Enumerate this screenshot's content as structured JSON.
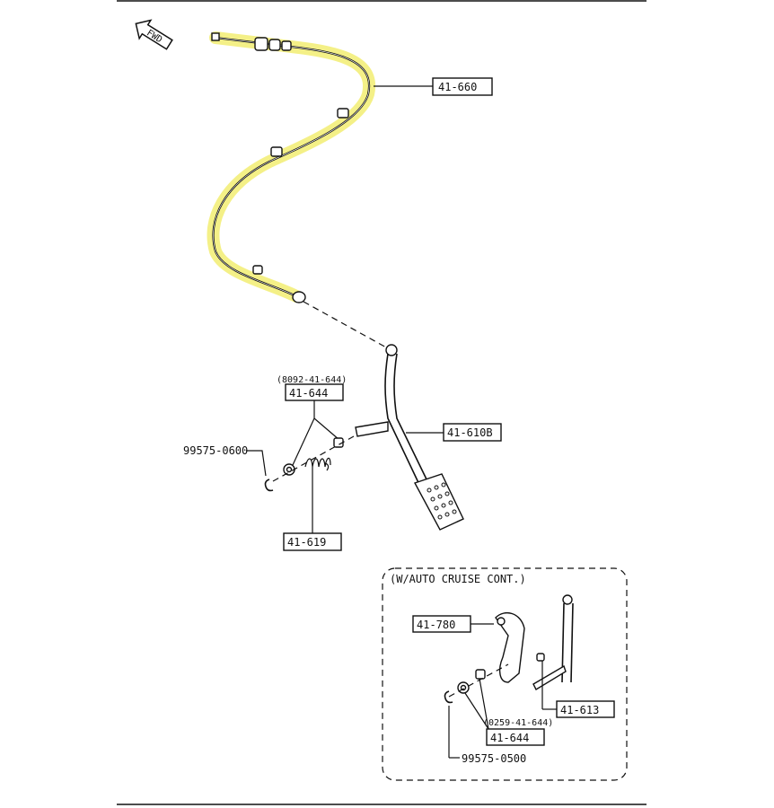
{
  "fwd_label": "FWD",
  "highlight_color": "#f3ee7a",
  "callouts": {
    "cable": "41-660",
    "pedal": "41-610B",
    "bushing_ref": "(8092-41-644)",
    "bushing": "41-644",
    "clip": "99575-0600",
    "spring": "41-619"
  },
  "inset": {
    "title": "(W/AUTO CRUISE CONT.)",
    "bracket": "41-780",
    "shaft": "41-613",
    "bushing_ref": "(0259-41-644)",
    "bushing": "41-644",
    "clip": "99575-0500"
  }
}
